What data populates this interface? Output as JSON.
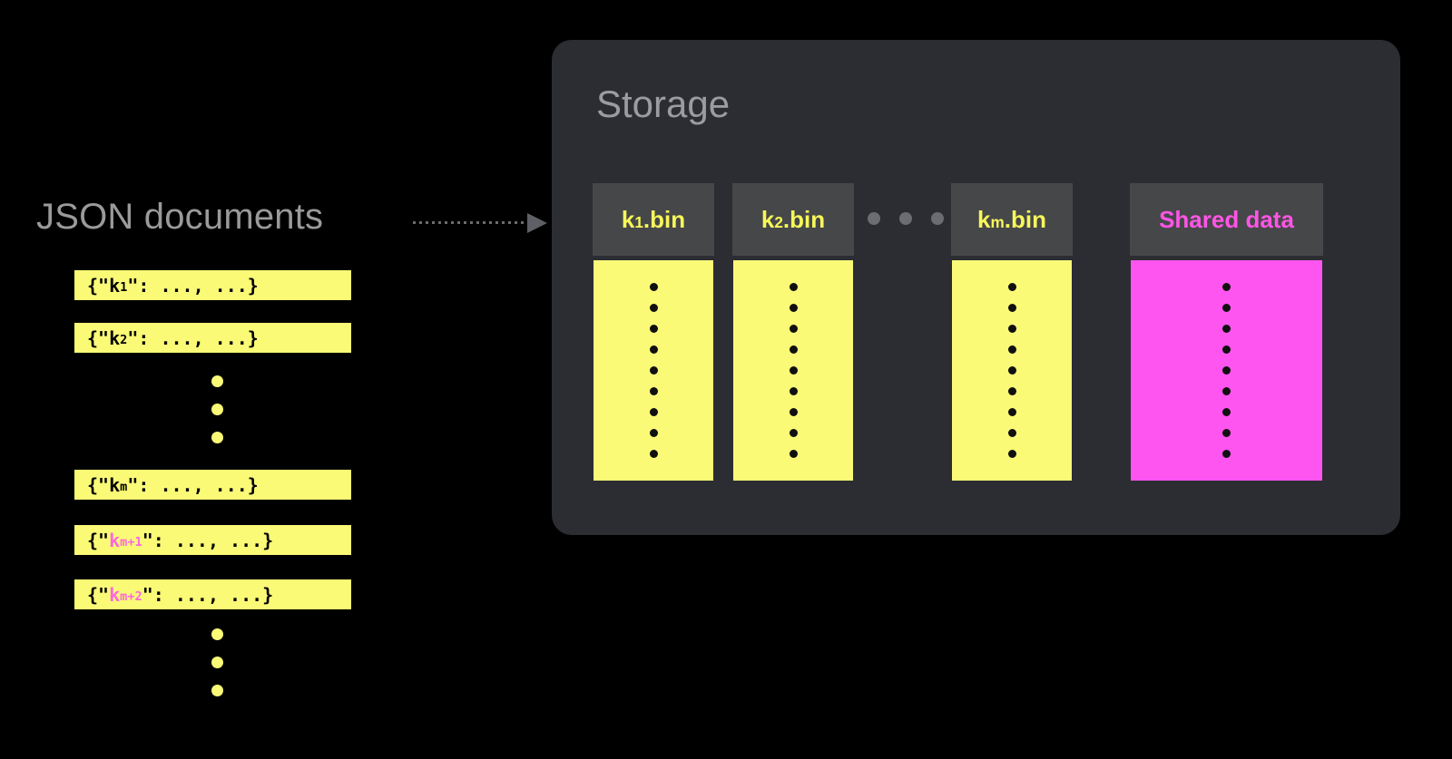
{
  "diagram": {
    "background_color": "#000000",
    "accent_yellow": "#fafa77",
    "accent_pink": "#ff55f0",
    "panel_color": "#2b2d32"
  },
  "json_section": {
    "title": "JSON documents",
    "documents": [
      {
        "prefix": "{\"",
        "key": "k",
        "sub": "1",
        "suffix": "\": ...,  ...}",
        "highlight": false
      },
      {
        "prefix": "{\"",
        "key": "k",
        "sub": "2",
        "suffix": "\": ...,  ...}",
        "highlight": false
      },
      {
        "prefix": "{\"",
        "key": "k",
        "sub": "m",
        "suffix": "\": ...,  ...}",
        "highlight": false
      },
      {
        "prefix": "{\"",
        "key": "k",
        "sub": "m+1",
        "suffix": "\": ...,  ...}",
        "highlight": true
      },
      {
        "prefix": "{\"",
        "key": "k",
        "sub": "m+2",
        "suffix": "\": ...,  ...}",
        "highlight": true
      }
    ],
    "ellipsis_middle": {
      "count": 3,
      "color": "#fafa77"
    },
    "ellipsis_bottom": {
      "count": 3,
      "color": "#fafa77"
    }
  },
  "connector": {
    "style": "dotted-line-with-arrowhead",
    "direction": "right",
    "color": "#6b6b6b"
  },
  "storage": {
    "title": "Storage",
    "bins": [
      {
        "label_prefix": "k",
        "label_sub": "1",
        "label_suffix": ".bin",
        "body_color": "yellow",
        "dot_count": 9
      },
      {
        "label_prefix": "k",
        "label_sub": "2",
        "label_suffix": ".bin",
        "body_color": "yellow",
        "dot_count": 9
      },
      {
        "label_prefix": "k",
        "label_sub": "m",
        "label_suffix": ".bin",
        "body_color": "yellow",
        "dot_count": 9
      },
      {
        "label_prefix": "Shared data",
        "label_sub": "",
        "label_suffix": "",
        "body_color": "pink",
        "dot_count": 9
      }
    ],
    "ellipsis_between": {
      "count": 3,
      "color": "#6c6d73"
    }
  }
}
